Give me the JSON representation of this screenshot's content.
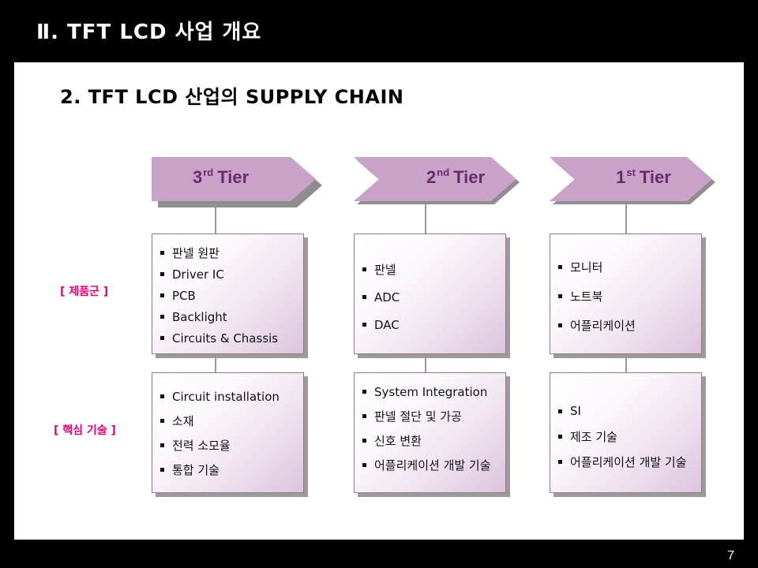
{
  "slide": {
    "title": "Ⅱ. TFT LCD 사업 개요",
    "page_number": "7"
  },
  "section": {
    "title": "2. TFT LCD 산업의 SUPPLY CHAIN"
  },
  "row_labels": {
    "products": "[ 제품군 ]",
    "core_tech": "[ 핵심 기술 ]"
  },
  "tiers": [
    {
      "num": "3",
      "suffix": "rd",
      "word": "Tier",
      "products": [
        "판넬 원판",
        "Driver IC",
        "PCB",
        "Backlight",
        "Circuits & Chassis"
      ],
      "tech": [
        "Circuit installation",
        "소재",
        "전력 소모율",
        "통합 기술"
      ]
    },
    {
      "num": "2",
      "suffix": "nd",
      "word": "Tier",
      "products": [
        "판넬",
        "ADC",
        "DAC"
      ],
      "tech": [
        "System Integration",
        "판넬 절단 및 가공",
        "신호 변환",
        "어플리케이션 개발 기술"
      ]
    },
    {
      "num": "1",
      "suffix": "st",
      "word": "Tier",
      "products": [
        "모니터",
        "노트북",
        "어플리케이션"
      ],
      "tech": [
        "SI",
        "제조 기술",
        "어플리케이션 개발 기술"
      ]
    }
  ],
  "colors": {
    "arrow_fill": "#c8a2c8",
    "arrow_text": "#6b2a6b",
    "label_pink": "#e0007a"
  }
}
